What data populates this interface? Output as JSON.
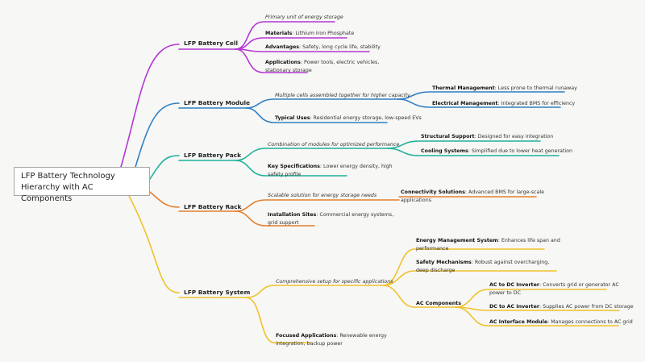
{
  "root": {
    "title": "LFP Battery Technology Hierarchy with AC Components"
  },
  "branches": {
    "cell": {
      "label": "LFP Battery Cell",
      "color": "#b636d4",
      "description": "Primary unit of energy storage",
      "materials": {
        "key": "Materials",
        "text": ": Lithium Iron Phosphate"
      },
      "advantages": {
        "key": "Advantages",
        "text": ": Safety, long cycle life, stability"
      },
      "applications": {
        "key": "Applications",
        "text": ": Power tools, electric vehicles, stationary storage"
      }
    },
    "module": {
      "label": "LFP Battery Module",
      "color": "#2f80c4",
      "description": "Multiple cells assembled together for higher capacity",
      "thermal": {
        "key": "Thermal Management",
        "text": ": Less prone to thermal runaway"
      },
      "electrical": {
        "key": "Electrical Management",
        "text": ": Integrated BMS for efficiency"
      },
      "typical_uses": {
        "key": "Typical Uses",
        "text": ": Residential energy storage, low-speed EVs"
      }
    },
    "pack": {
      "label": "LFP Battery Pack",
      "color": "#1fb29a",
      "description": "Combination of modules for optimized performance",
      "structural": {
        "key": "Structural Support",
        "text": ": Designed for easy integration"
      },
      "cooling": {
        "key": "Cooling Systems",
        "text": ": Simplified due to lower heat generation"
      },
      "key_specs": {
        "key": "Key Specifications",
        "text": ": Lower energy density, high safety profile"
      }
    },
    "rack": {
      "label": "LFP Battery Rack",
      "color": "#e57f2c",
      "description": "Scalable solution for energy storage needs",
      "connectivity": {
        "key": "Connectivity Solutions",
        "text": ": Advanced BMS for large-scale applications"
      },
      "installation": {
        "key": "Installation Sites",
        "text": ": Commercial energy systems, grid support"
      }
    },
    "system": {
      "label": "LFP Battery System",
      "color": "#f0c22a",
      "description": "Comprehensive setup for specific applications",
      "ems": {
        "key": "Energy Management System",
        "text": ": Enhances life span and performance"
      },
      "safety": {
        "key": "Safety Mechanisms",
        "text": ": Robust against overcharging, deep discharge"
      },
      "ac_components": {
        "key": "AC Components",
        "text": ""
      },
      "ac_to_dc": {
        "key": "AC to DC Inverter",
        "text": ": Converts grid or generator AC power to DC"
      },
      "dc_to_ac": {
        "key": "DC to AC Inverter",
        "text": ": Supplies AC power from DC storage"
      },
      "ac_interface": {
        "key": "AC Interface Module",
        "text": ": Manages connections to AC grid"
      },
      "focused": {
        "key": "Focused Applications",
        "text": ": Renewable energy integration, backup power"
      }
    }
  }
}
